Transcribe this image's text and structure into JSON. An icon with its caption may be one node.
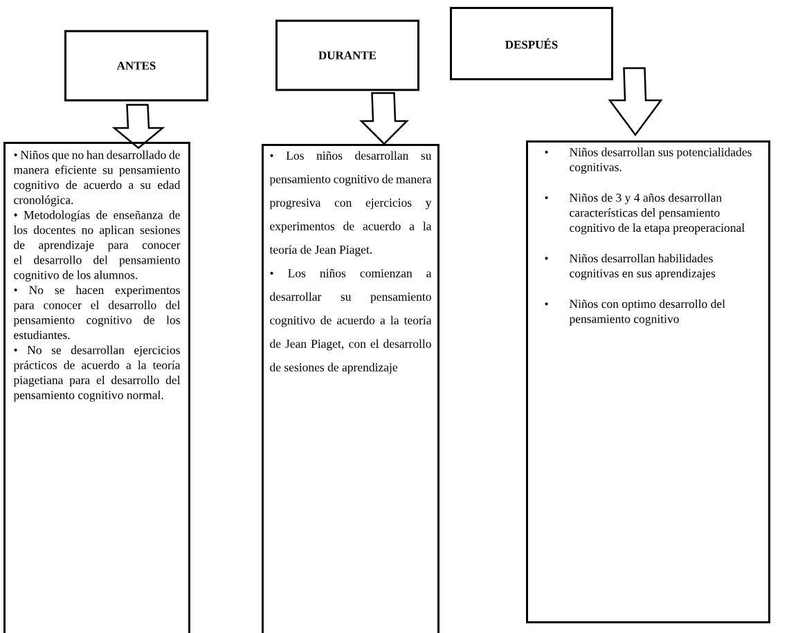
{
  "diagram": {
    "nodes": [
      {
        "text": [
          "ANTES"
        ]
      },
      {
        "text": [
          "DURANTE"
        ]
      },
      {
        "text": [
          "DESPUÉS"
        ]
      },
      {
        "text": [
          "•",
          "Niños que no han desarrollado de manera eficiente su pensamiento cognitivo de acuerdo a su edad cronológica.",
          "•",
          "Metodologías de enseñanza de los docentes no aplican sesiones de aprendizaje para conocer el desarrollo del pensamiento cognitivo de los alumnos.",
          "•",
          "No se hacen experimentos para conocer el desarrollo del pensamiento cognitivo de los estudiantes.",
          "•",
          "No se desarrollan ejercicios prácticos de acuerdo a la teoría piagetiana para el desarrollo del pensamiento cognitivo normal."
        ]
      },
      {
        "text": [
          "•",
          "Los niños desarrollan su pensamiento cognitivo de manera progresiva con ejercicios y experimentos de acuerdo a la teoría de Jean Piaget.",
          "•",
          "Los niños comienzan a desarrollar su pensamiento cognitivo de acuerdo a la teoría de Jean Piaget, con el desarrollo de sesiones de aprendizaje"
        ]
      },
      {
        "text": [
          "•",
          "Niños desarrollan sus potencialidades cognitivas.",
          "•",
          "Niños de 3 y 4 años desarrollan características del pensamiento cognitivo de la etapa preoperacional",
          "•",
          "Niños desarrollan habilidades cognitivas en sus aprendizajes",
          "•",
          "Niños con optimo desarrollo del pensamiento cognitivo"
        ]
      }
    ],
    "edges": [
      {
        "from": 0,
        "to": 3,
        "arrow": "to"
      },
      {
        "from": 1,
        "to": 4,
        "arrow": "to"
      },
      {
        "from": 2,
        "to": 5,
        "arrow": "to"
      }
    ]
  }
}
